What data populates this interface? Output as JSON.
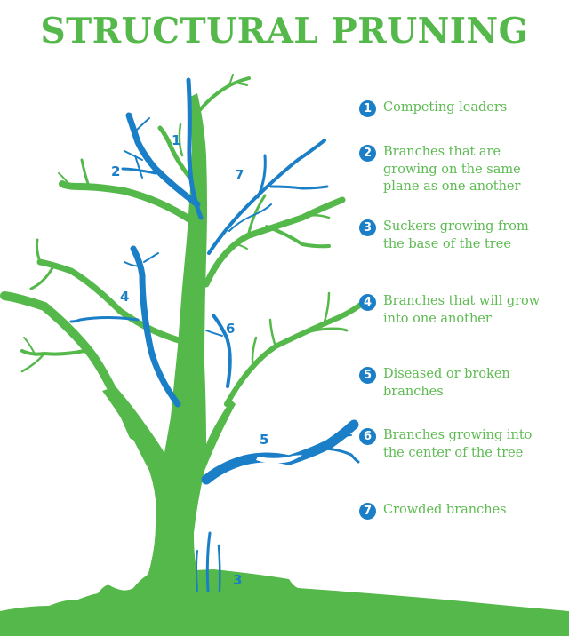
{
  "header": {
    "title": "STRUCTURAL PRUNING"
  },
  "colors": {
    "title_green": "#55b84a",
    "tree_green": "#55b84a",
    "highlight_blue": "#1a7fc6",
    "text_green": "#5dbb52",
    "background": "#ffffff"
  },
  "legend": {
    "items": [
      {
        "number": "1",
        "label": "Competing leaders"
      },
      {
        "number": "2",
        "label": "Branches that are growing on the same plane as one another"
      },
      {
        "number": "3",
        "label": "Suckers growing from the base of the tree"
      },
      {
        "number": "4",
        "label": "Branches that will grow into one another"
      },
      {
        "number": "5",
        "label": "Diseased or broken branches"
      },
      {
        "number": "6",
        "label": "Branches growing into the center of the tree"
      },
      {
        "number": "7",
        "label": "Crowded branches"
      }
    ]
  },
  "tree_markers": {
    "m1": "1",
    "m2": "2",
    "m3": "3",
    "m4": "4",
    "m5": "5",
    "m6": "6",
    "m7": "7"
  }
}
